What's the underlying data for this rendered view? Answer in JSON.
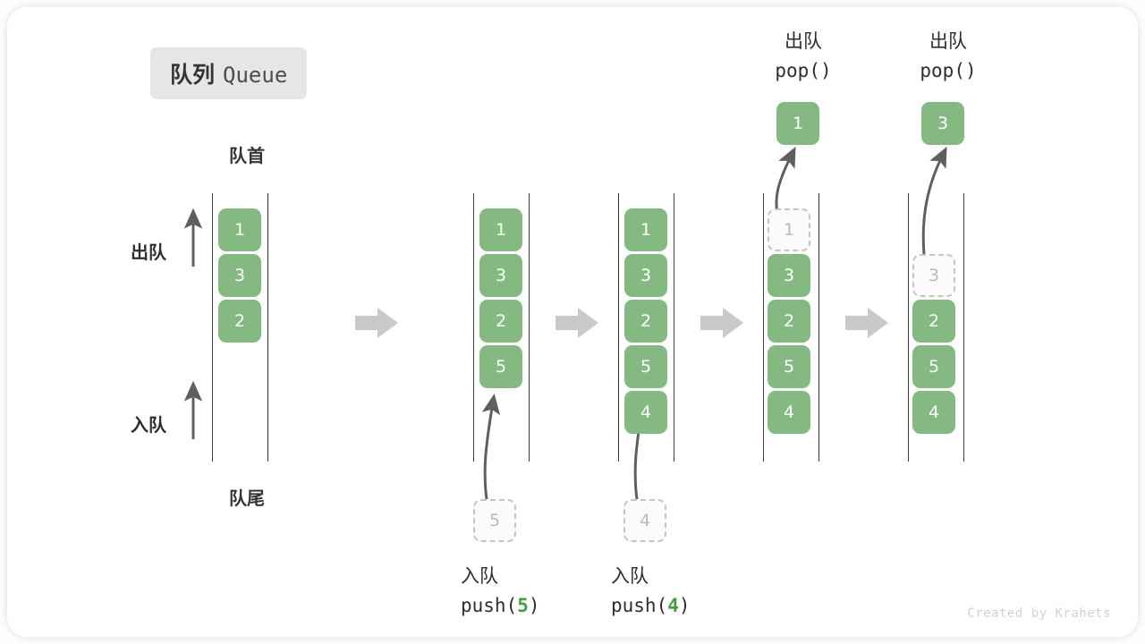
{
  "title": {
    "cn": "队列",
    "en": "Queue"
  },
  "labels": {
    "front": "队首",
    "rear": "队尾",
    "dequeue": "出队",
    "enqueue": "入队"
  },
  "credit": "Created by Krahets",
  "colors": {
    "element": "#84ba82",
    "ghost_border": "#c4c4c4",
    "ghost_text": "#b9b9b9",
    "rail": "#3d3d3d",
    "arrow": "#5f5f5f",
    "transition_arrow": "#c9c9c9",
    "badge_bg": "#e6e6e6",
    "accent_code": "#479a46"
  },
  "columns": [
    {
      "name": "initial-queue",
      "cells": [
        {
          "value": "1",
          "state": "solid"
        },
        {
          "value": "3",
          "state": "solid"
        },
        {
          "value": "2",
          "state": "solid"
        }
      ]
    },
    {
      "name": "after-push-5",
      "cells": [
        {
          "value": "1",
          "state": "solid"
        },
        {
          "value": "3",
          "state": "solid"
        },
        {
          "value": "2",
          "state": "solid"
        },
        {
          "value": "5",
          "state": "solid"
        }
      ]
    },
    {
      "name": "after-push-4",
      "cells": [
        {
          "value": "1",
          "state": "solid"
        },
        {
          "value": "3",
          "state": "solid"
        },
        {
          "value": "2",
          "state": "solid"
        },
        {
          "value": "5",
          "state": "solid"
        },
        {
          "value": "4",
          "state": "solid"
        }
      ]
    },
    {
      "name": "after-pop-1",
      "cells": [
        {
          "value": "1",
          "state": "ghost"
        },
        {
          "value": "3",
          "state": "solid"
        },
        {
          "value": "2",
          "state": "solid"
        },
        {
          "value": "5",
          "state": "solid"
        },
        {
          "value": "4",
          "state": "solid"
        }
      ]
    },
    {
      "name": "after-pop-3",
      "cells": [
        {
          "value": "",
          "state": "empty"
        },
        {
          "value": "3",
          "state": "ghost"
        },
        {
          "value": "2",
          "state": "solid"
        },
        {
          "value": "5",
          "state": "solid"
        },
        {
          "value": "4",
          "state": "solid"
        }
      ]
    }
  ],
  "operations": {
    "push_5": {
      "title": "入队",
      "code_prefix": "push(",
      "code_arg": "5",
      "code_suffix": ")",
      "ghost_value": "5"
    },
    "push_4": {
      "title": "入队",
      "code_prefix": "push(",
      "code_arg": "4",
      "code_suffix": ")",
      "ghost_value": "4"
    },
    "pop_1": {
      "title": "出队",
      "code": "pop()",
      "popped_value": "1"
    },
    "pop_3": {
      "title": "出队",
      "code": "pop()",
      "popped_value": "3"
    }
  }
}
